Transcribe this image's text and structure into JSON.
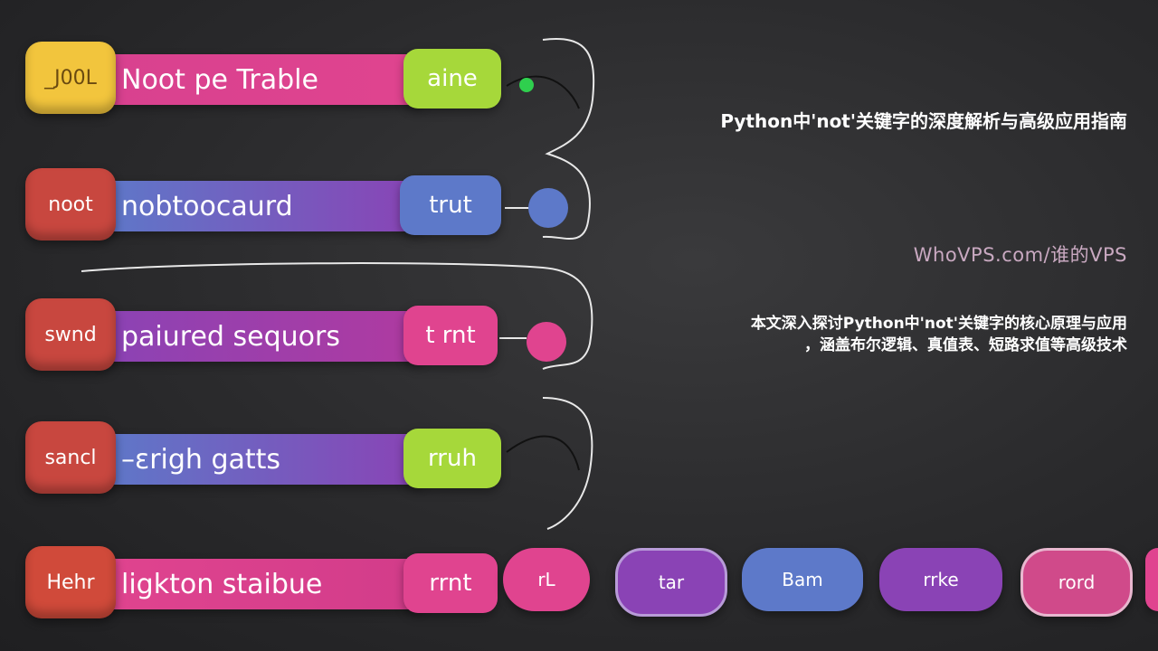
{
  "rows": [
    {
      "cap": "_J00L",
      "bar": "Noot  pe Trable",
      "tail": "aine"
    },
    {
      "cap": "noot",
      "bar": "nobtoocaurd",
      "tail": "trut"
    },
    {
      "cap": "swnd",
      "bar": "paiured sequors",
      "tail": "t rnt"
    },
    {
      "cap": "sancl",
      "bar": "–ɛrigh gatts",
      "tail": "rruh"
    },
    {
      "cap": "Hehr",
      "bar": "ligkton staibue",
      "tail": "rrnt"
    }
  ],
  "bottom_pills": [
    "rL",
    "tar",
    "Bam",
    "rrke",
    "rord"
  ],
  "article": {
    "title": "Python中'not'关键字的深度解析与高级应用指南",
    "site": "WhoVPS.com/谁的VPS",
    "summary_line1": "本文深入探讨Python中'not'关键字的核心原理与应用",
    "summary_line2": "，涵盖布尔逻辑、真值表、短路求值等高级技术"
  },
  "colors": {
    "yellow": "#f2c53d",
    "red": "#c8473f",
    "pink": "#e0448f",
    "purple": "#8a43b5",
    "blue": "#5d79c9",
    "lime": "#a6d83a",
    "green_dot": "#2fcf4e"
  }
}
